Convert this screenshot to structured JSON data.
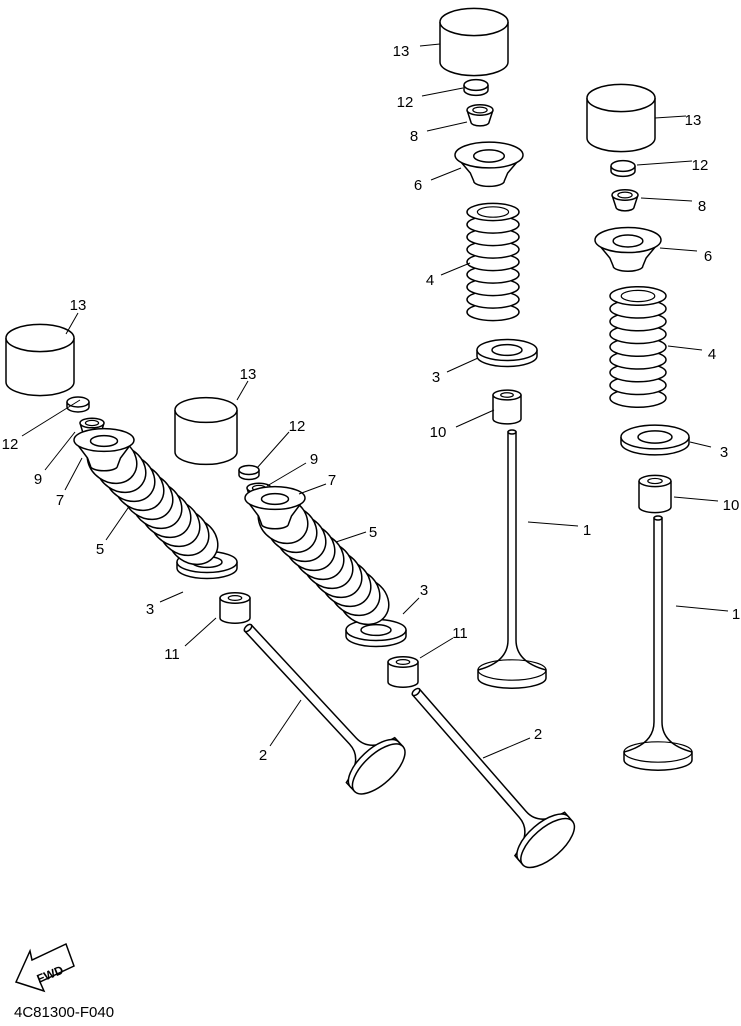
{
  "diagram_code": "4C81300-F040",
  "fwd_text": "FWD",
  "callouts": {
    "c01": "13",
    "c02": "12",
    "c03": "8",
    "c04": "6",
    "c05": "4",
    "c06": "3",
    "c07": "10",
    "c08": "1",
    "c09": "13",
    "c10": "12",
    "c11": "8",
    "c12": "6",
    "c13": "4",
    "c14": "3",
    "c15": "10",
    "c16": "1",
    "c17": "13",
    "c18": "12",
    "c19": "9",
    "c20": "7",
    "c21": "5",
    "c22": "3",
    "c23": "11",
    "c24": "2",
    "c25": "13",
    "c26": "12",
    "c27": "9",
    "c28": "7",
    "c29": "5",
    "c30": "3",
    "c31": "11",
    "c32": "2"
  }
}
